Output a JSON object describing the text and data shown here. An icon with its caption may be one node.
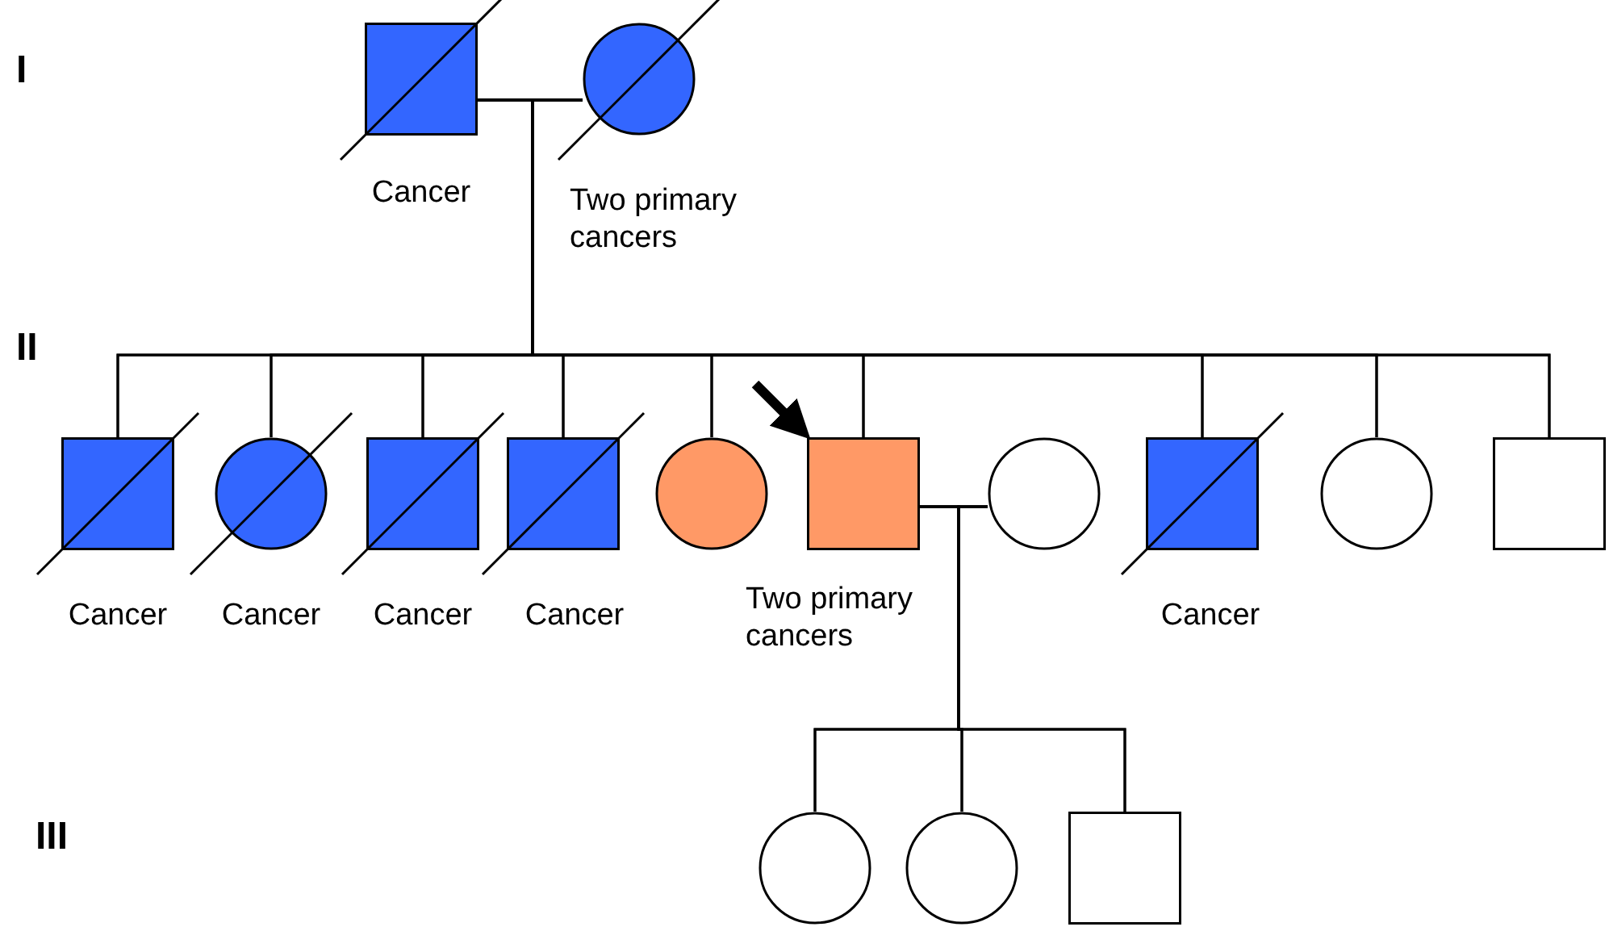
{
  "diagram": {
    "nodes": [
      {
        "text": [],
        "shape": "box",
        "beside": [
          "Cancer"
        ]
      },
      {
        "text": [],
        "shape": "circle",
        "beside": [
          "Two primary cancers"
        ]
      },
      {
        "text": [],
        "shape": "box",
        "beside": [
          "Cancer"
        ]
      },
      {
        "text": [],
        "shape": "circle",
        "beside": [
          "Cancer"
        ]
      },
      {
        "text": [],
        "shape": "box",
        "beside": [
          "Cancer"
        ]
      },
      {
        "text": [],
        "shape": "box",
        "beside": [
          "Cancer"
        ]
      },
      {
        "text": [],
        "shape": "circle"
      },
      {
        "text": [],
        "shape": "box",
        "beside": [
          "Two primary cancers"
        ]
      },
      {
        "text": [],
        "shape": "circle"
      },
      {
        "text": [],
        "shape": "box",
        "beside": [
          "Cancer"
        ]
      },
      {
        "text": [],
        "shape": "circle"
      },
      {
        "text": [],
        "shape": "box"
      },
      {
        "text": [],
        "shape": "circle"
      },
      {
        "text": [],
        "shape": "circle"
      },
      {
        "text": [],
        "shape": "box"
      }
    ],
    "edges": [
      {
        "from": 0,
        "to": 1,
        "arrow": "none"
      },
      {
        "from": 0,
        "to": 2,
        "arrow": "none"
      },
      {
        "from": 0,
        "to": 3,
        "arrow": "none"
      },
      {
        "from": 0,
        "to": 4,
        "arrow": "none"
      },
      {
        "from": 0,
        "to": 5,
        "arrow": "none"
      },
      {
        "from": 0,
        "to": 6,
        "arrow": "none"
      },
      {
        "from": 0,
        "to": 7,
        "arrow": "none"
      },
      {
        "from": 0,
        "to": 9,
        "arrow": "none"
      },
      {
        "from": 0,
        "to": 10,
        "arrow": "none"
      },
      {
        "from": 0,
        "to": 11,
        "arrow": "none"
      },
      {
        "from": 1,
        "to": 2,
        "arrow": "none"
      },
      {
        "from": 1,
        "to": 3,
        "arrow": "none"
      },
      {
        "from": 1,
        "to": 4,
        "arrow": "none"
      },
      {
        "from": 1,
        "to": 5,
        "arrow": "none"
      },
      {
        "from": 1,
        "to": 6,
        "arrow": "none"
      },
      {
        "from": 1,
        "to": 7,
        "arrow": "none"
      },
      {
        "from": 1,
        "to": 9,
        "arrow": "none"
      },
      {
        "from": 1,
        "to": 10,
        "arrow": "none"
      },
      {
        "from": 1,
        "to": 11,
        "arrow": "none"
      },
      {
        "from": 7,
        "to": 8,
        "arrow": "none"
      },
      {
        "from": 7,
        "to": 12,
        "arrow": "none"
      },
      {
        "from": 7,
        "to": 13,
        "arrow": "none"
      },
      {
        "from": 7,
        "to": 14,
        "arrow": "none"
      },
      {
        "from": 8,
        "to": 12,
        "arrow": "none"
      },
      {
        "from": 8,
        "to": 13,
        "arrow": "none"
      },
      {
        "from": 8,
        "to": 14,
        "arrow": "none"
      },
      {
        "from": null,
        "to": 7,
        "arrow": "to",
        "style": "thick"
      }
    ],
    "labels": [
      "I",
      "II",
      "III"
    ]
  }
}
